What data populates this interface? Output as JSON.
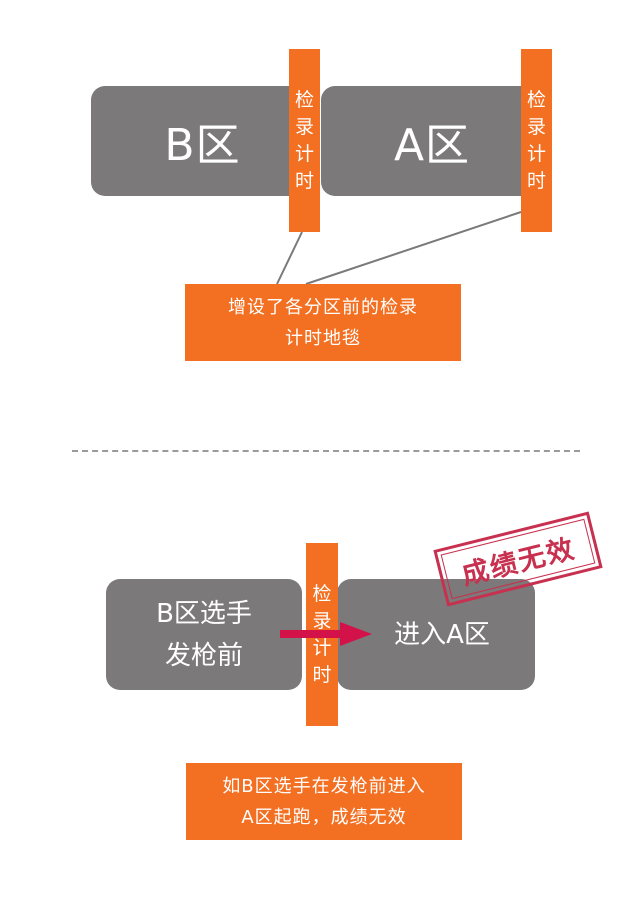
{
  "top": {
    "zone_b": "B区",
    "zone_a": "A区",
    "checkpoint_1": [
      "检",
      "录",
      "计",
      "时"
    ],
    "checkpoint_2": [
      "检",
      "录",
      "计",
      "时"
    ],
    "callout_lines": [
      "增设了各分区前的检录",
      "计时地毯"
    ]
  },
  "bottom": {
    "zone_b_lines": [
      "B区选手",
      "发枪前"
    ],
    "zone_a": "进入A区",
    "checkpoint": [
      "检",
      "录",
      "计",
      "时"
    ],
    "stamp": "成绩无效",
    "callout_lines": [
      "如B区选手在发枪前进入",
      "A区起跑，成绩无效"
    ]
  },
  "colors": {
    "zone_gray": "#7b7979",
    "accent_orange": "#f36f21",
    "arrow_red": "#d4124a",
    "stamp_red": "#c8304f"
  }
}
